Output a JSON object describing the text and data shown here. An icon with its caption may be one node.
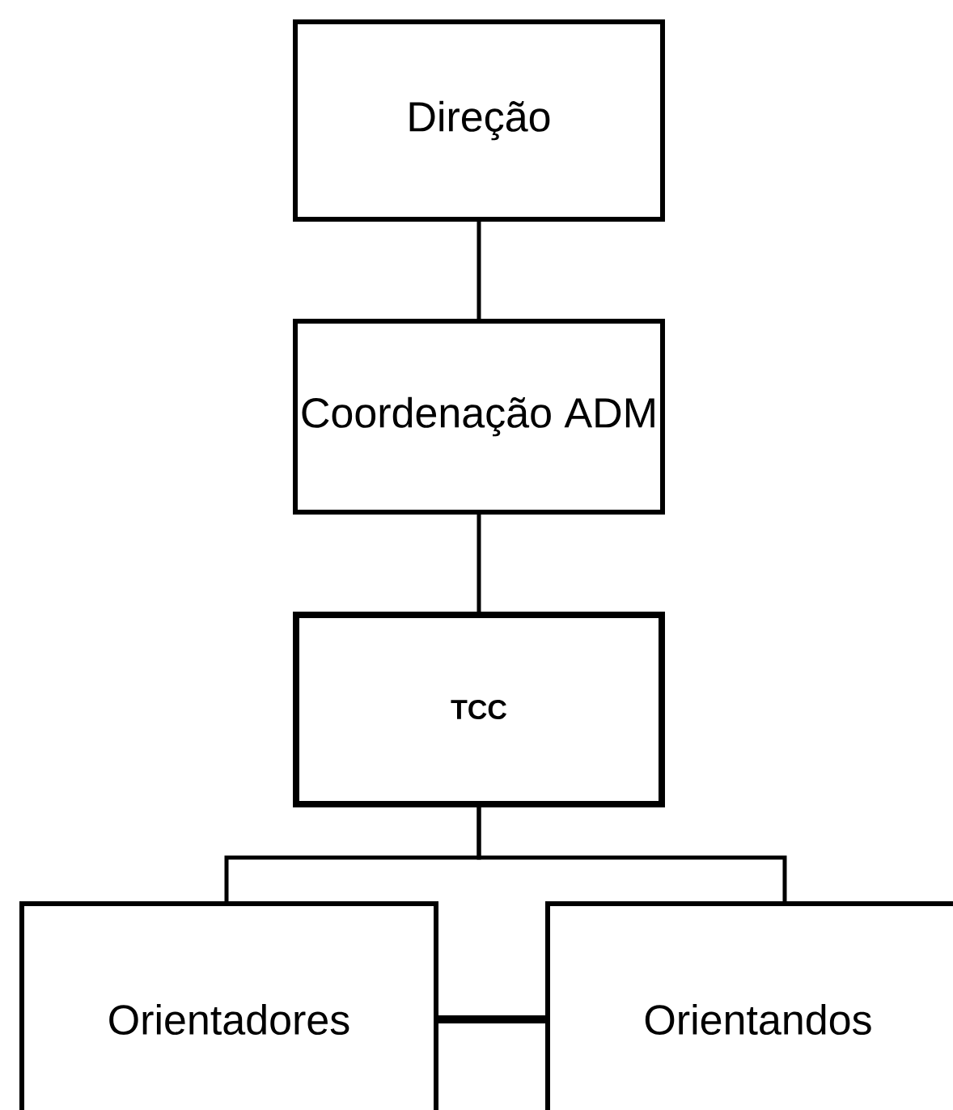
{
  "diagram": {
    "nodes": [
      {
        "text": [
          "Direção"
        ]
      },
      {
        "text": [
          "Coordenação ADM"
        ]
      },
      {
        "text": [
          "TCC"
        ]
      },
      {
        "text": [
          "Orientadores"
        ]
      },
      {
        "text": [
          "Orientandos"
        ]
      }
    ],
    "edges": [
      {
        "from": 0,
        "to": 1,
        "arrow": "none"
      },
      {
        "from": 1,
        "to": 2,
        "arrow": "none"
      },
      {
        "from": 2,
        "to": 3,
        "arrow": "none"
      },
      {
        "from": 2,
        "to": 4,
        "arrow": "none"
      },
      {
        "from": 3,
        "to": 4,
        "arrow": "none",
        "style": "thick"
      }
    ]
  }
}
